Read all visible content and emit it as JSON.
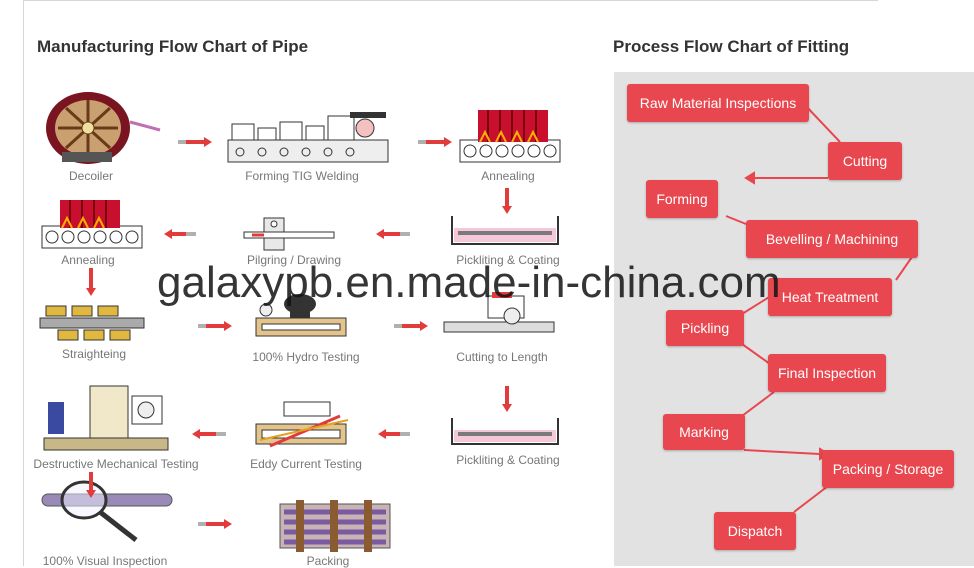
{
  "pipe_chart": {
    "title": "Manufacturing Flow Chart of Pipe",
    "steps": [
      {
        "label": "Decoiler",
        "icon": "decoiler-coil-icon"
      },
      {
        "label": "Forming TIG Welding",
        "icon": "welding-line-icon"
      },
      {
        "label": "Annealing",
        "icon": "furnace-icon"
      },
      {
        "label": "Pickliting & Coating",
        "icon": "acid-tank-icon"
      },
      {
        "label": "Pilgring / Drawing",
        "icon": "drawing-die-icon"
      },
      {
        "label": "Annealing",
        "icon": "furnace-icon"
      },
      {
        "label": "Straighteing",
        "icon": "straightener-icon"
      },
      {
        "label": "100% Hydro Testing",
        "icon": "hydro-tester-icon"
      },
      {
        "label": "Cutting to Length",
        "icon": "cutting-saw-icon"
      },
      {
        "label": "Pickliting & Coating",
        "icon": "acid-tank-icon"
      },
      {
        "label": "Eddy Current Testing",
        "icon": "eddy-current-coil-icon"
      },
      {
        "label": "Destructive Mechanical Testing",
        "icon": "testing-machine-icon"
      },
      {
        "label": "100% Visual Inspection",
        "icon": "magnifier-icon"
      },
      {
        "label": "Packing",
        "icon": "pipe-bundle-icon"
      }
    ]
  },
  "fitting_chart": {
    "title": "Process Flow Chart of Fitting",
    "steps": [
      "Raw Material Inspections",
      "Cutting",
      "Forming",
      "Bevelling / Machining",
      "Heat Treatment",
      "Pickling",
      "Final Inspection",
      "Marking",
      "Packing / Storage",
      "Dispatch"
    ]
  },
  "watermark": "galaxypb.en.made-in-china.com",
  "colors": {
    "accent": "#e8474f",
    "panel_bg": "#e2e2e2",
    "title_text": "#333333",
    "label_text": "#777777",
    "arrow_red": "#e23b3b",
    "arrow_grey": "#b0b0b0"
  }
}
